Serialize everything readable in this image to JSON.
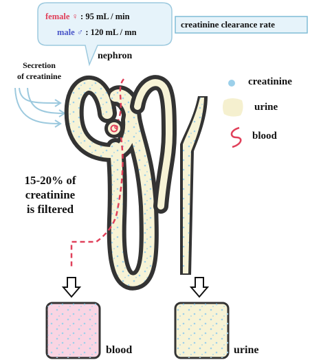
{
  "rates": {
    "female_label": "female ♀",
    "female_value": ":  95 mL / min",
    "male_label": "male ♂",
    "male_value": ": 120 mL / mn"
  },
  "title": "creatinine clearance rate",
  "nephron_label": "nephron",
  "secretion_label": [
    "Secretion",
    "of creatinine"
  ],
  "filtered_label": [
    "15-20% of",
    "creatinine",
    "is filtered"
  ],
  "legend": [
    {
      "label": "creatinine",
      "icon": "creatinine-dot-icon",
      "color": "#9cd0ea"
    },
    {
      "label": "urine",
      "icon": "urine-swatch-icon",
      "color": "#f5f0cf"
    },
    {
      "label": "blood",
      "icon": "blood-squiggle-icon",
      "color": "#e0405a"
    }
  ],
  "boxes": {
    "blood": "blood",
    "urine": "urine"
  },
  "colors": {
    "urine_fill": "#f7f3d6",
    "blood_fill": "#f9d5e3",
    "blood_line": "#e0405a",
    "creatinine": "#9cd0ea",
    "outline": "#333333",
    "callout": "#e6f3fa",
    "callout_border": "#9cc9de"
  }
}
